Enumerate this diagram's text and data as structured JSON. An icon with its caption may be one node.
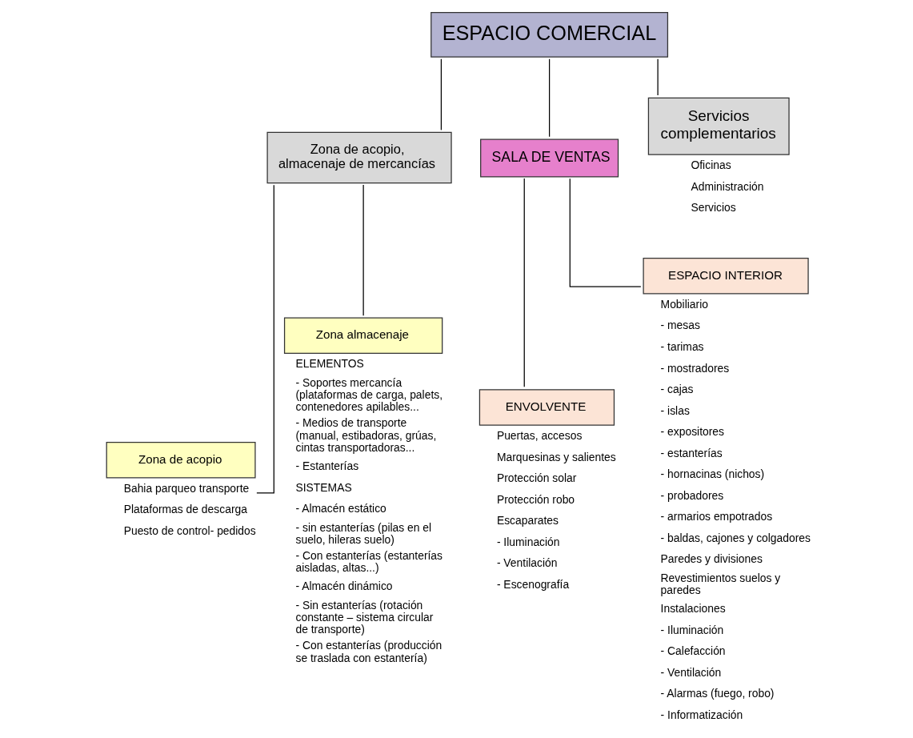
{
  "diagram": {
    "nodes": [
      {
        "text": [
          "ESPACIO COMERCIAL"
        ]
      },
      {
        "text": [
          "Zona de acopio, almacenaje de mercancías"
        ]
      },
      {
        "text": [
          "SALA DE VENTAS"
        ]
      },
      {
        "text": [
          "Servicios complementarios"
        ],
        "beside": [
          "Oficinas",
          "Administración",
          "Servicios"
        ]
      },
      {
        "text": [
          "Zona de acopio"
        ],
        "beside": [
          "Bahia parqueo transporte",
          "Plataformas de descarga",
          "Puesto de control- pedidos"
        ]
      },
      {
        "text": [
          "Zona almacenaje"
        ],
        "beside": [
          "ELEMENTOS",
          "- Soportes mercancía (plataformas de carga, palets, contenedores apilables...",
          "- Medios de transporte (manual, estibadoras, grúas, cintas transportadoras...",
          "- Estanterías",
          "SISTEMAS",
          "- Almacén estático",
          "- sin estanterías (pilas en el suelo, hileras suelo)",
          "- Con estanterías (estanterías aisladas, altas...)",
          "- Almacén dinámico",
          "- Sin estanterías (rotación constante – sistema circular de transporte)",
          "- Con estanterías (producción se traslada con estantería)"
        ]
      },
      {
        "text": [
          "ENVOLVENTE"
        ],
        "beside": [
          "Puertas, accesos",
          "Marquesinas y salientes",
          "Protección solar",
          "Protección robo",
          "Escaparates",
          "- Iluminación",
          "- Ventilación",
          "- Escenografía"
        ]
      },
      {
        "text": [
          "ESPACIO INTERIOR"
        ],
        "beside": [
          "Mobiliario",
          "- mesas",
          "- tarimas",
          "- mostradores",
          "- cajas",
          "- islas",
          "- expositores",
          "- estanterías",
          "- hornacinas (nichos)",
          "- probadores",
          "- armarios empotrados",
          "- baldas, cajones y colgadores",
          "Paredes y divisiones",
          "Revestimientos suelos y paredes",
          "Instalaciones",
          "- Iluminación",
          "- Calefacción",
          "- Ventilación",
          "- Alarmas (fuego, robo)",
          "- Informatización"
        ]
      }
    ],
    "edges": [
      {
        "from": 0,
        "to": 1,
        "arrow": "none"
      },
      {
        "from": 0,
        "to": 2,
        "arrow": "none"
      },
      {
        "from": 0,
        "to": 3,
        "arrow": "none"
      },
      {
        "from": 1,
        "to": 4,
        "arrow": "none"
      },
      {
        "from": 1,
        "to": 5,
        "arrow": "none"
      },
      {
        "from": 2,
        "to": 6,
        "arrow": "none"
      },
      {
        "from": 2,
        "to": 7,
        "arrow": "none"
      }
    ]
  }
}
